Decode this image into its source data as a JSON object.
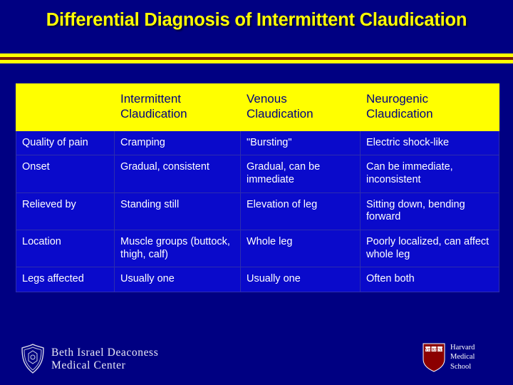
{
  "slide": {
    "title": "Differential Diagnosis of Intermittent Claudication",
    "accent_yellow": "#FFFF00",
    "background_blue": "#000082",
    "cell_blue": "#0A0ACB",
    "rule_dark": "#7B1A0A"
  },
  "table": {
    "columns": [
      "",
      "Intermittent Claudication",
      "Venous Claudication",
      "Neurogenic Claudication"
    ],
    "rows": [
      {
        "label": "Quality of pain",
        "cells": [
          "Cramping",
          "\"Bursting\"",
          "Electric shock-like"
        ]
      },
      {
        "label": "Onset",
        "cells": [
          "Gradual, consistent",
          "Gradual, can be immediate",
          "Can be immediate, inconsistent"
        ]
      },
      {
        "label": "Relieved by",
        "cells": [
          "Standing still",
          "Elevation of leg",
          "Sitting down, bending forward"
        ]
      },
      {
        "label": "Location",
        "cells": [
          "Muscle groups (buttock, thigh, calf)",
          "Whole leg",
          "Poorly localized, can affect whole leg"
        ]
      },
      {
        "label": "Legs affected",
        "cells": [
          "Usually one",
          "Usually one",
          "Often both"
        ]
      }
    ]
  },
  "logos": {
    "bidmc": {
      "line1": "Beth Israel Deaconess",
      "line2": "Medical Center",
      "icon": "bidmc-shield-icon"
    },
    "hms": {
      "line1": "Harvard",
      "line2": "Medical",
      "line3": "School",
      "icon": "harvard-crest-icon"
    }
  }
}
